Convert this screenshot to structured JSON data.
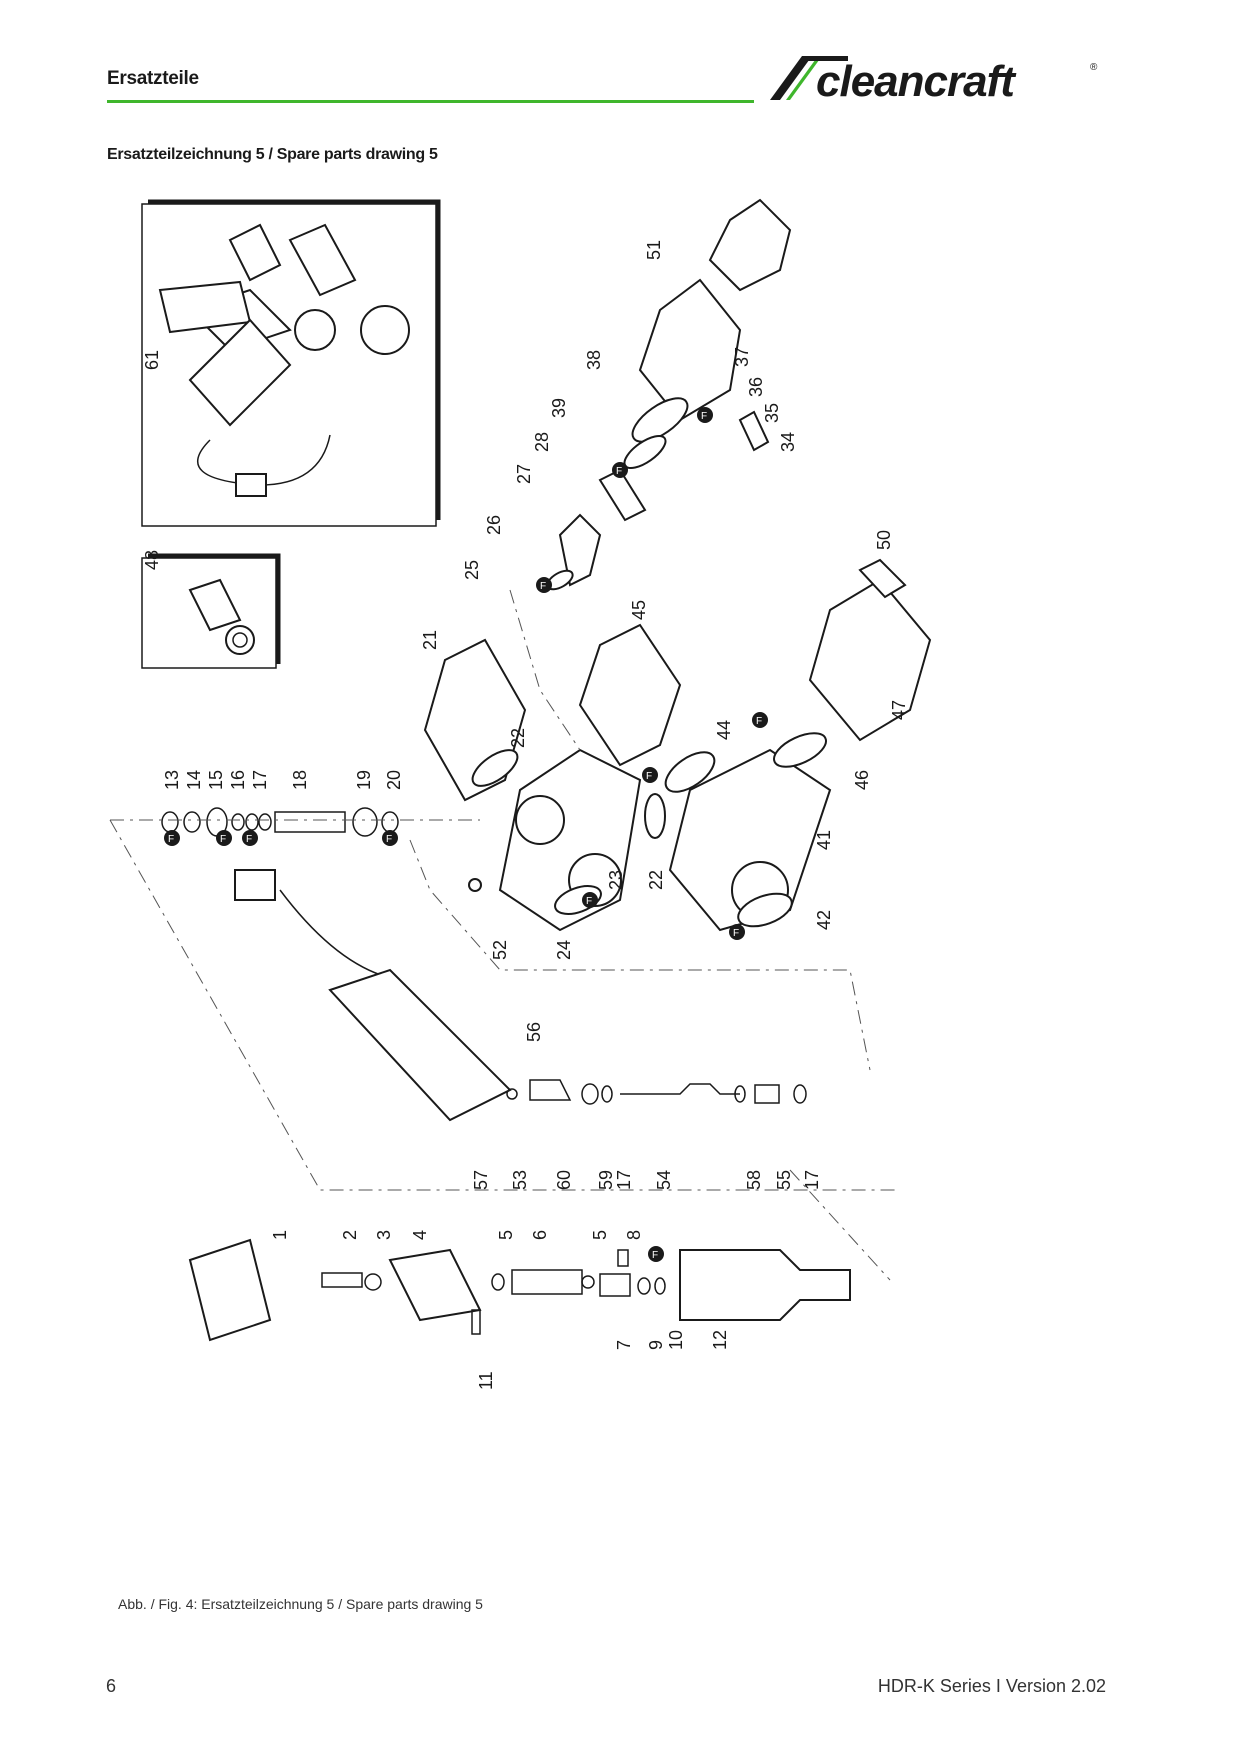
{
  "header": {
    "section_title": "Ersatzteile",
    "brand": "cleancraft",
    "accent_color": "#3fb62c"
  },
  "subtitle": "Ersatzteilzeichnung 5 / Spare parts drawing 5",
  "drawing": {
    "part_numbers": [
      "1",
      "2",
      "3",
      "4",
      "5",
      "6",
      "7",
      "8",
      "9",
      "10",
      "11",
      "12",
      "13",
      "14",
      "15",
      "16",
      "17",
      "18",
      "19",
      "20",
      "21",
      "22",
      "23",
      "24",
      "25",
      "26",
      "27",
      "28",
      "34",
      "35",
      "36",
      "37",
      "38",
      "39",
      "41",
      "42",
      "44",
      "45",
      "46",
      "47",
      "48",
      "50",
      "51",
      "52",
      "53",
      "54",
      "55",
      "56",
      "57",
      "58",
      "59",
      "60",
      "61"
    ],
    "seal_marker": "F"
  },
  "caption": "Abb. / Fig. 4: Ersatzteilzeichnung  5 / Spare parts drawing 5",
  "footer": {
    "page_number": "6",
    "document": "HDR-K Series I Version 2.02"
  }
}
